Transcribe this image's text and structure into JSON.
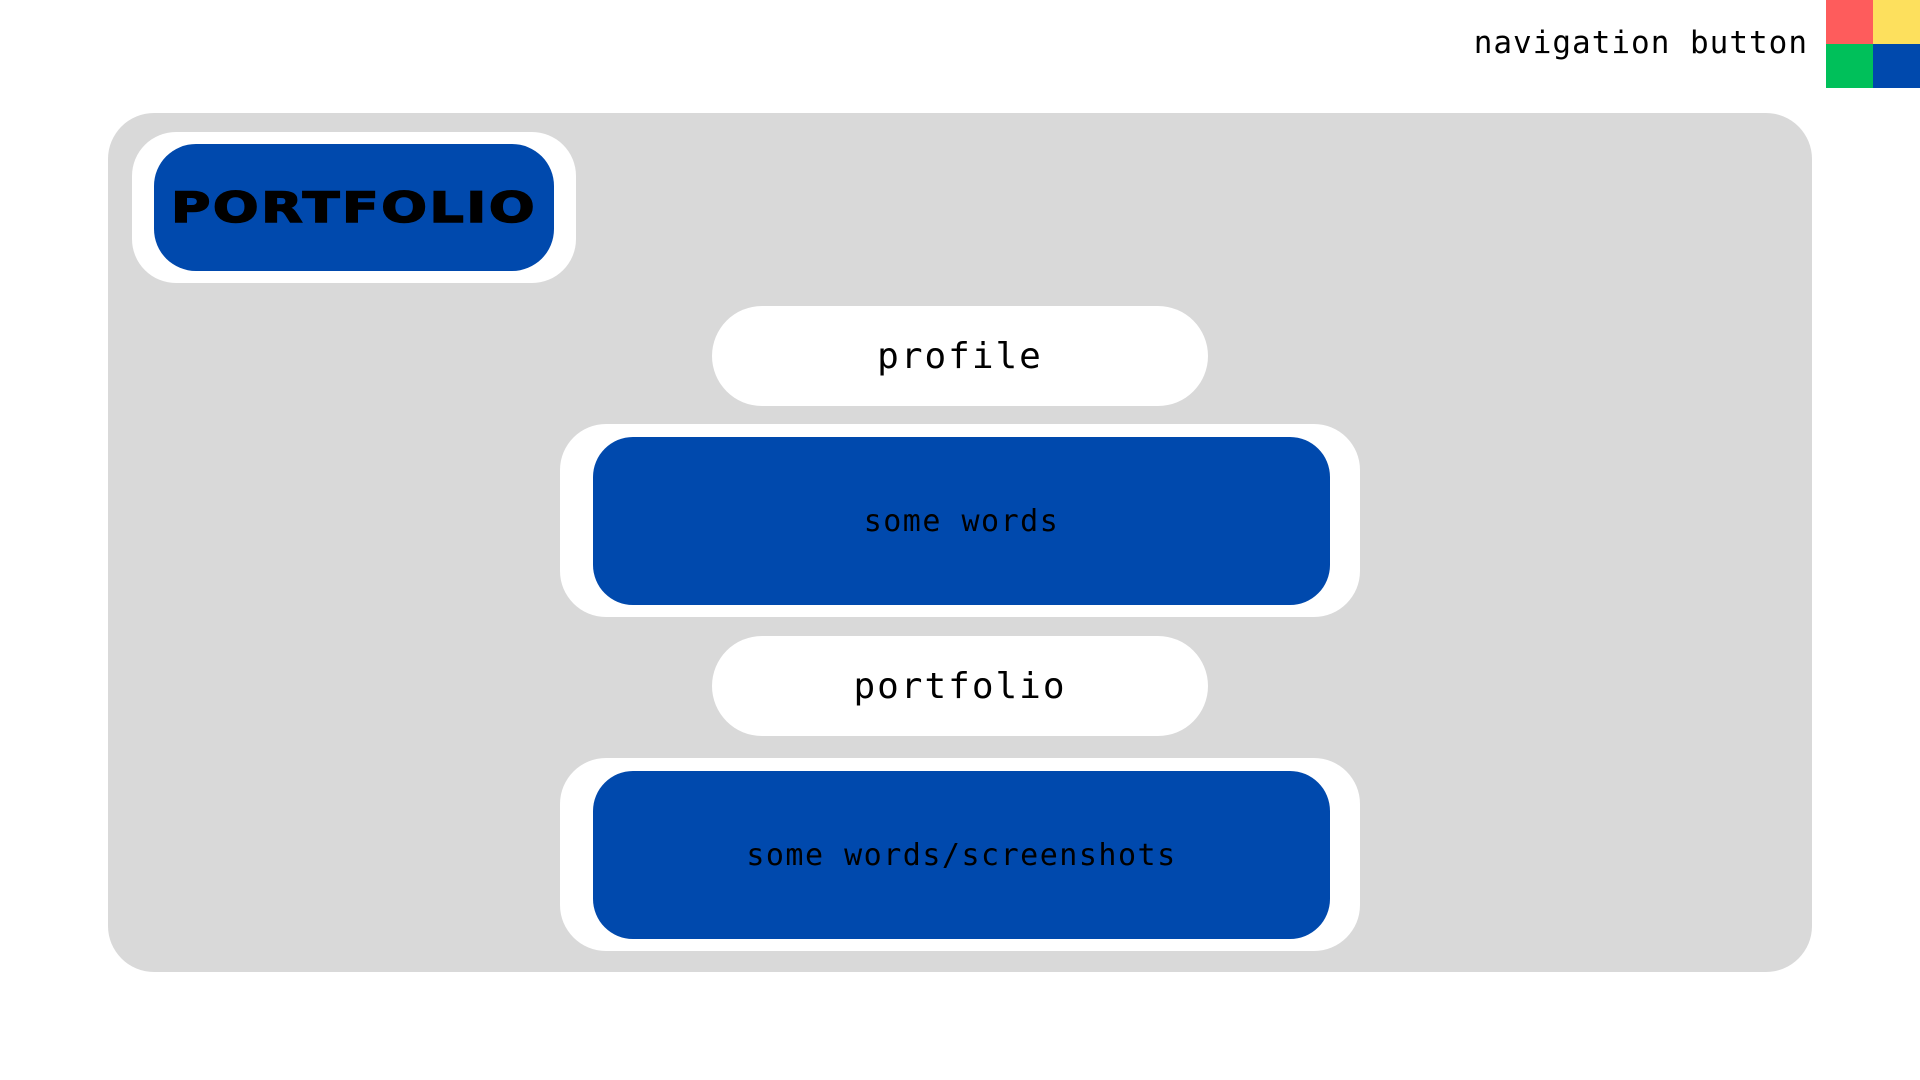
{
  "nav": {
    "label": "navigation button",
    "colors": [
      "#fe5c5c",
      "#fde05d",
      "#00c05a",
      "#0049ad"
    ]
  },
  "logo": {
    "text": "PORTFOLIO"
  },
  "tabs": {
    "profile": "profile",
    "portfolio": "portfolio"
  },
  "cards": {
    "profile_content": "some words",
    "portfolio_content": "some words/screenshots"
  },
  "theme": {
    "panel_bg": "#d9d9d9",
    "accent_blue": "#0049ad",
    "white": "#ffffff"
  }
}
